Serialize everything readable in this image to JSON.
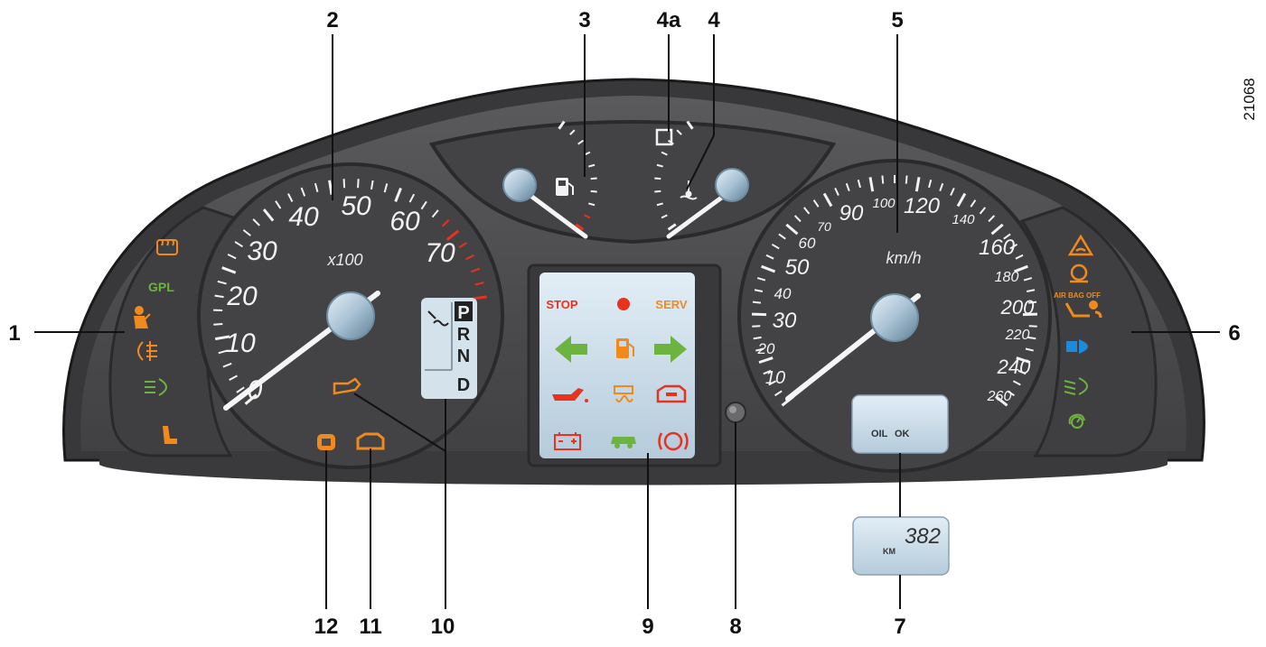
{
  "callouts": {
    "c1": "1",
    "c2": "2",
    "c3": "3",
    "c4a": "4a",
    "c4": "4",
    "c5": "5",
    "c6": "6",
    "c7": "7",
    "c8": "8",
    "c9": "9",
    "c10": "10",
    "c11": "11",
    "c12": "12"
  },
  "reference_code": "21068",
  "tachometer": {
    "numbers": [
      "0",
      "10",
      "20",
      "30",
      "40",
      "50",
      "60",
      "70"
    ],
    "multiplier": "x100"
  },
  "speedometer": {
    "numbers": [
      "10",
      "20",
      "30",
      "40",
      "50",
      "60",
      "70",
      "90",
      "100",
      "120",
      "140",
      "160",
      "180",
      "200",
      "220",
      "240",
      "260"
    ],
    "unit": "km/h"
  },
  "gear_selector": [
    "P",
    "R",
    "N",
    "D"
  ],
  "warning_panel": {
    "stop": "STOP",
    "serv": "SERV"
  },
  "left_indicators": {
    "gpl": "GPL"
  },
  "right_indicators": {
    "airbag_off": "AIR BAG OFF"
  },
  "oil_display": {
    "oil": "OIL",
    "ok": "OK"
  },
  "odometer": {
    "value": "382",
    "unit": "KM"
  },
  "colors": {
    "panel": "#4b4b4d",
    "bezel": "#2d2d2f",
    "warning_red": "#e8321e",
    "warning_orange": "#f08a1c",
    "warning_green": "#6db33f",
    "warning_blue": "#1f8ad6",
    "lcd": "#c8dbe8"
  }
}
